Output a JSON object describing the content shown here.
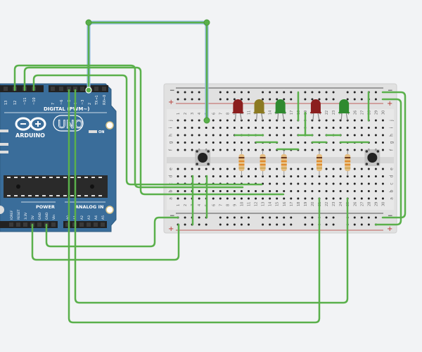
{
  "canvas": {
    "background": "#f2f3f5"
  },
  "arduino": {
    "board_color": "#3a6d9a",
    "brand_label": "ARDUINO",
    "model_label": "UNO",
    "digital_label": "DIGITAL (PWM~)",
    "power_label": "POWER",
    "analog_label": "ANALOG IN",
    "on_label": "ON",
    "digital_pins": [
      "GND",
      "13",
      "12",
      "~11",
      "~10",
      "~9",
      "8",
      "7",
      "~6",
      "~5",
      "4",
      "~3",
      "2",
      "TX→1",
      "RX←0"
    ],
    "power_pins": [
      "IOREF",
      "RESET",
      "3.3V",
      "5V",
      "GND",
      "GND",
      "Vin"
    ],
    "analog_pins": [
      "A0",
      "A1",
      "A2",
      "A3",
      "A4",
      "A5"
    ]
  },
  "breadboard": {
    "columns": 30,
    "rows_top": [
      "j",
      "i",
      "h",
      "g",
      "f"
    ],
    "rows_bottom": [
      "e",
      "d",
      "c",
      "b",
      "a"
    ],
    "rail_minus": "−",
    "rail_plus": "+",
    "column_labels": [
      "1",
      "2",
      "3",
      "4",
      "5",
      "6",
      "7",
      "8",
      "9",
      "10",
      "11",
      "12",
      "13",
      "14",
      "15",
      "16",
      "17",
      "18",
      "19",
      "20",
      "21",
      "22",
      "23",
      "24",
      "25",
      "26",
      "27",
      "28",
      "29",
      "30"
    ]
  },
  "components": {
    "leds": [
      {
        "name": "led-red-1",
        "color": "#8b1f1f",
        "column": 9
      },
      {
        "name": "led-yellow",
        "color": "#8c7a22",
        "column": 12
      },
      {
        "name": "led-green-1",
        "color": "#2f8a2f",
        "column": 15
      },
      {
        "name": "led-red-2",
        "color": "#8b1f1f",
        "column": 20
      },
      {
        "name": "led-green-2",
        "color": "#2f8a2f",
        "column": 24
      }
    ],
    "resistors": [
      {
        "name": "resistor-1",
        "column": 10
      },
      {
        "name": "resistor-2",
        "column": 13
      },
      {
        "name": "resistor-3",
        "column": 16
      },
      {
        "name": "resistor-4",
        "column": 21
      },
      {
        "name": "resistor-5",
        "column": 25
      }
    ],
    "pushbuttons": [
      {
        "name": "pushbutton-1",
        "column": 4
      },
      {
        "name": "pushbutton-2",
        "column": 28
      }
    ]
  },
  "wire_color": "#5ab04b",
  "selected_wire_color": "#8fb8e0"
}
